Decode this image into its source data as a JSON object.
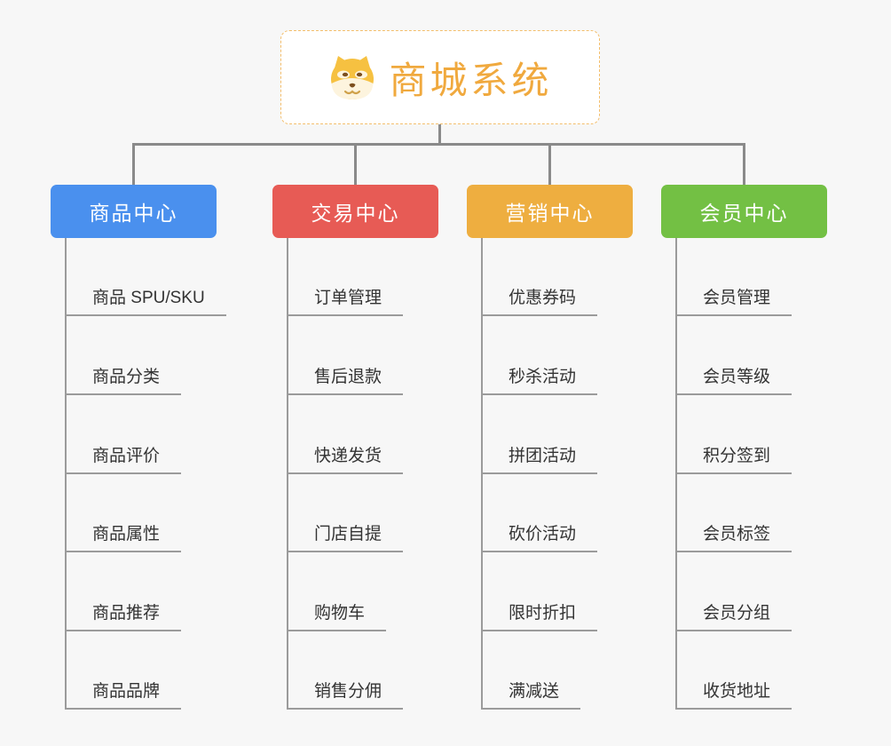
{
  "page": {
    "background_color": "#f7f7f7"
  },
  "root": {
    "title": "商城系统",
    "text_color": "#f0a93e",
    "border_color": "#f3be6c",
    "background_color": "#ffffff",
    "icon": "doge-face"
  },
  "connectors": {
    "tree_line_color": "#8a8a8a",
    "branch_line_color": "#9b9b9b"
  },
  "branches": [
    {
      "label": "商品中心",
      "color": "#4a90ee",
      "children": [
        "商品 SPU/SKU",
        "商品分类",
        "商品评价",
        "商品属性",
        "商品推荐",
        "商品品牌"
      ]
    },
    {
      "label": "交易中心",
      "color": "#e75b55",
      "children": [
        "订单管理",
        "售后退款",
        "快递发货",
        "门店自提",
        "购物车",
        "销售分佣"
      ]
    },
    {
      "label": "营销中心",
      "color": "#eeae40",
      "children": [
        "优惠券码",
        "秒杀活动",
        "拼团活动",
        "砍价活动",
        "限时折扣",
        "满减送"
      ]
    },
    {
      "label": "会员中心",
      "color": "#73c044",
      "children": [
        "会员管理",
        "会员等级",
        "积分签到",
        "会员标签",
        "会员分组",
        "收货地址"
      ]
    }
  ]
}
